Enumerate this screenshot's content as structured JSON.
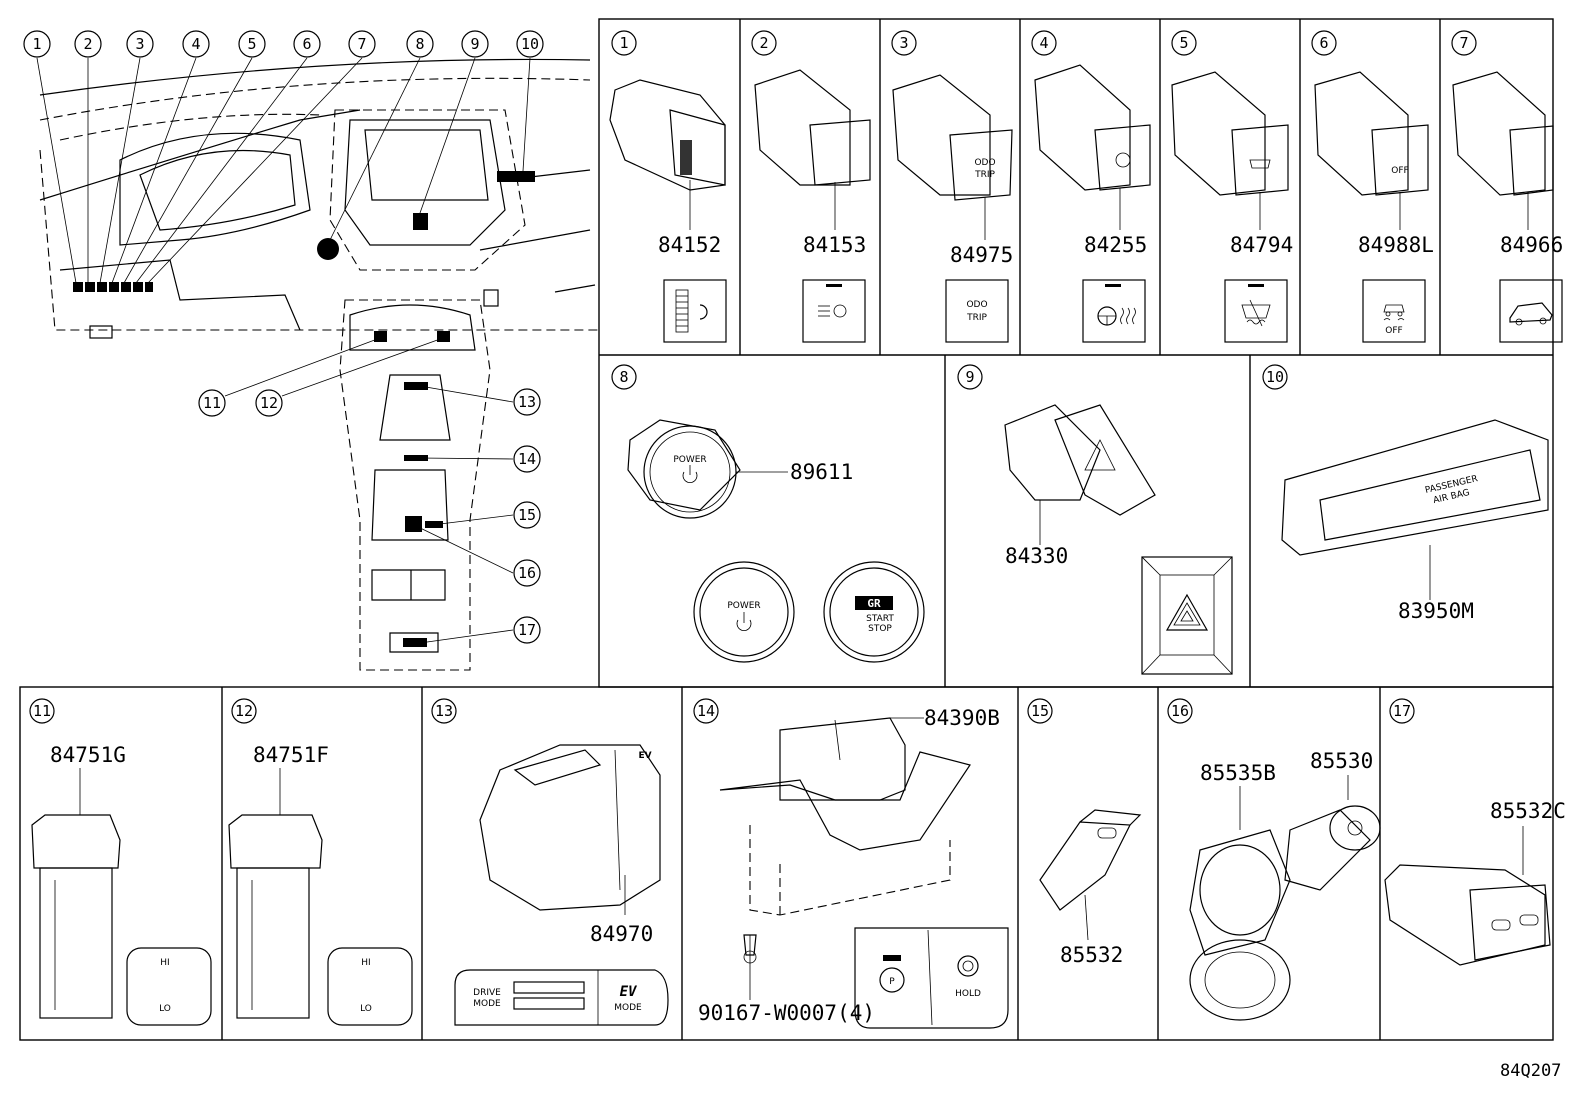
{
  "callouts": [
    "1",
    "2",
    "3",
    "4",
    "5",
    "6",
    "7",
    "8",
    "9",
    "10",
    "11",
    "12",
    "13",
    "14",
    "15",
    "16",
    "17"
  ],
  "panels": {
    "p1": {
      "num": "1",
      "part": "84152"
    },
    "p2": {
      "num": "2",
      "part": "84153"
    },
    "p3": {
      "num": "3",
      "part": "84975",
      "face": [
        "ODO",
        "TRIP"
      ]
    },
    "p4": {
      "num": "4",
      "part": "84255"
    },
    "p5": {
      "num": "5",
      "part": "84794"
    },
    "p6": {
      "num": "6",
      "part": "84988L",
      "face": "OFF"
    },
    "p7": {
      "num": "7",
      "part": "84966"
    },
    "p8": {
      "num": "8",
      "part": "89611",
      "power": "POWER",
      "gr": "GR",
      "start": "START",
      "stop": "STOP"
    },
    "p9": {
      "num": "9",
      "part": "84330"
    },
    "p10": {
      "num": "10",
      "part": "83950M",
      "face": [
        "PASSENGER",
        "AIR BAG"
      ]
    },
    "p11": {
      "num": "11",
      "part": "84751G",
      "hi": "HI",
      "lo": "LO"
    },
    "p12": {
      "num": "12",
      "part": "84751F",
      "hi": "HI",
      "lo": "LO"
    },
    "p13": {
      "num": "13",
      "part": "84970",
      "drive": [
        "DRIVE",
        "MODE"
      ],
      "ev": "EV",
      "evmode": "MODE"
    },
    "p14": {
      "num": "14",
      "part": "84390B",
      "screw": "90167-W0007(4)",
      "p": "P",
      "hold": "HOLD"
    },
    "p15": {
      "num": "15",
      "part": "85532"
    },
    "p16": {
      "num": "16",
      "part_a": "85535B",
      "part_b": "85530"
    },
    "p17": {
      "num": "17",
      "part": "85532C"
    }
  },
  "diagram_code": "84Q207"
}
